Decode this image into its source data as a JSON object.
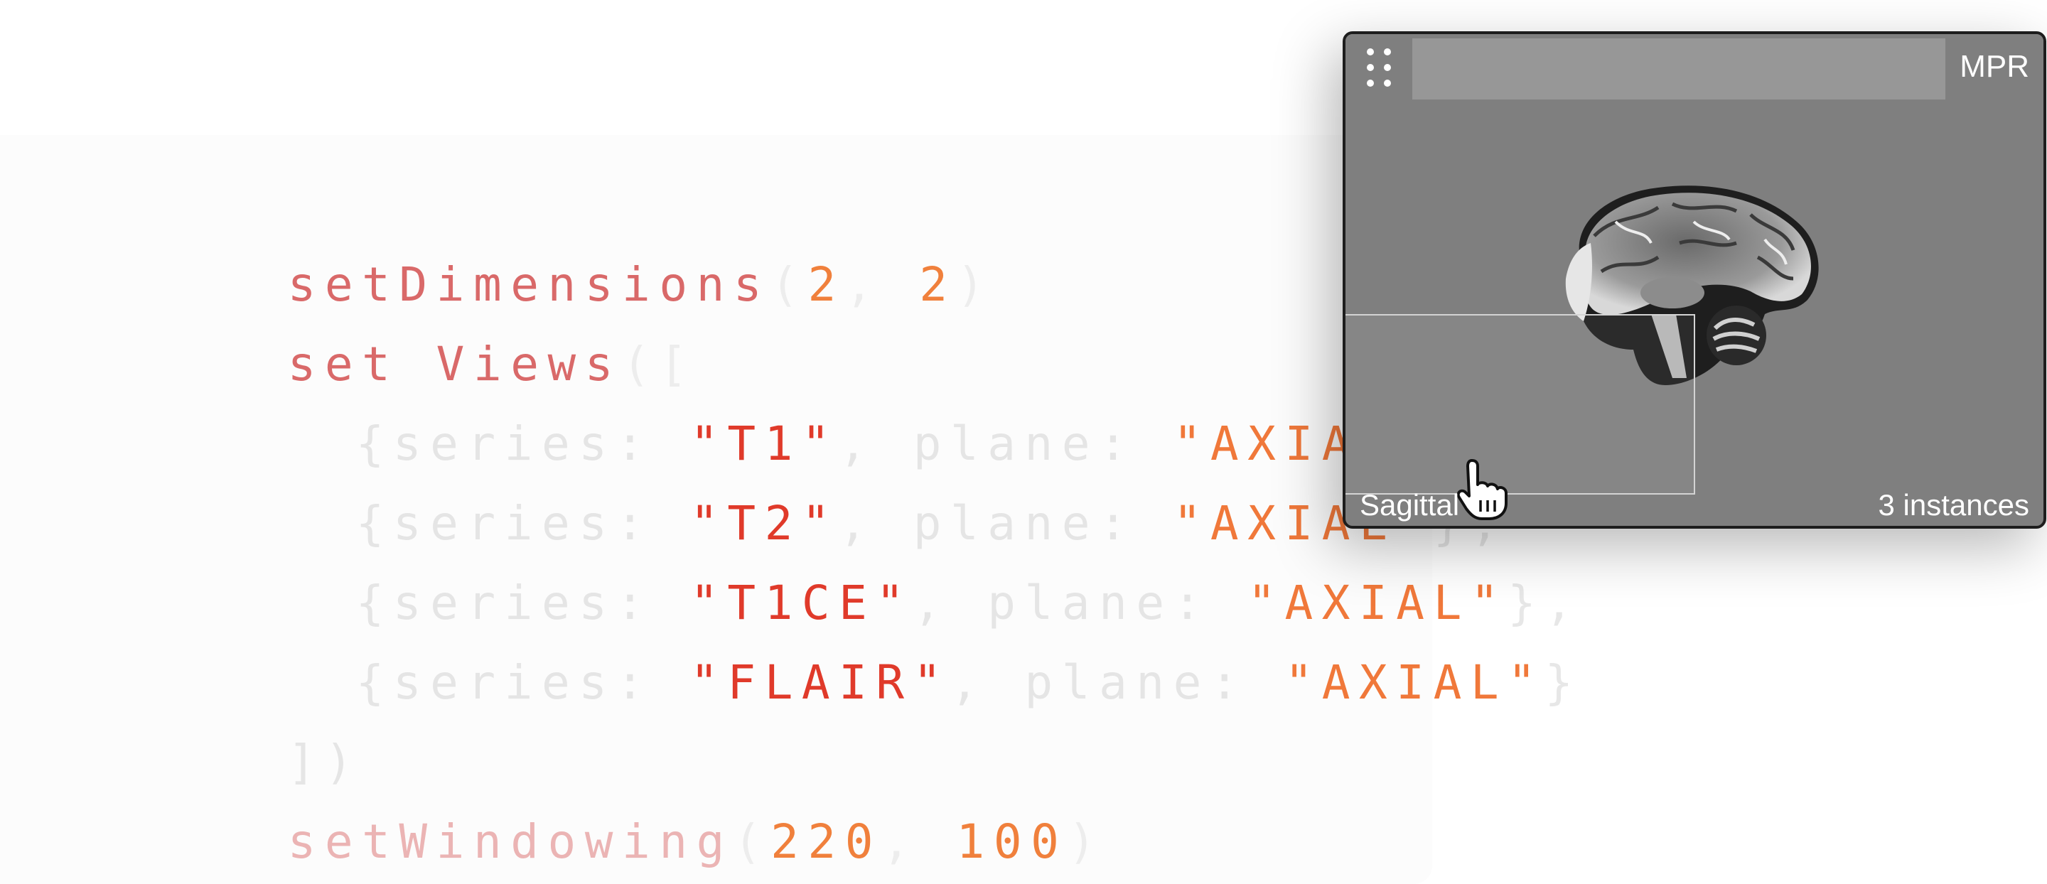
{
  "code": {
    "line1": {
      "fn": "setDimensions",
      "open": "(",
      "a": "2",
      "sep": ", ",
      "b": "2",
      "close": ")"
    },
    "line2": {
      "fn1": "set",
      "fn2": "Views",
      "open": "(["
    },
    "rows": [
      {
        "key": "{series: ",
        "series": "\"T1\"",
        "mid": ", plane: ",
        "plane": "\"AXIAL\"",
        "close": "},"
      },
      {
        "key": "{series: ",
        "series": "\"T2\"",
        "mid": ", plane: ",
        "plane": "\"AXIAL\"",
        "close": "},"
      },
      {
        "key": "{series: ",
        "series": "\"T1CE\"",
        "mid": ", plane: ",
        "plane": "\"AXIAL\"",
        "close": "},"
      },
      {
        "key": "{series: ",
        "series": "\"FLAIR\"",
        "mid": ", plane: ",
        "plane": "\"AXIAL\"",
        "close": "}"
      }
    ],
    "line7": "])",
    "line8": {
      "fn": "setWindowing",
      "open": "(",
      "a": "220",
      "sep": ", ",
      "b": "100",
      "close": ")"
    }
  },
  "viewer": {
    "mode_label": "MPR",
    "plane_label": "Sagittal",
    "instances_label": "3 instances"
  },
  "icons": [
    "drag-handle-icon",
    "hand-pointer-cursor-icon"
  ],
  "colors": {
    "accent_red": "#e03a2a",
    "accent_orange": "#f0803c",
    "panel_bg": "#7f7f7f"
  }
}
